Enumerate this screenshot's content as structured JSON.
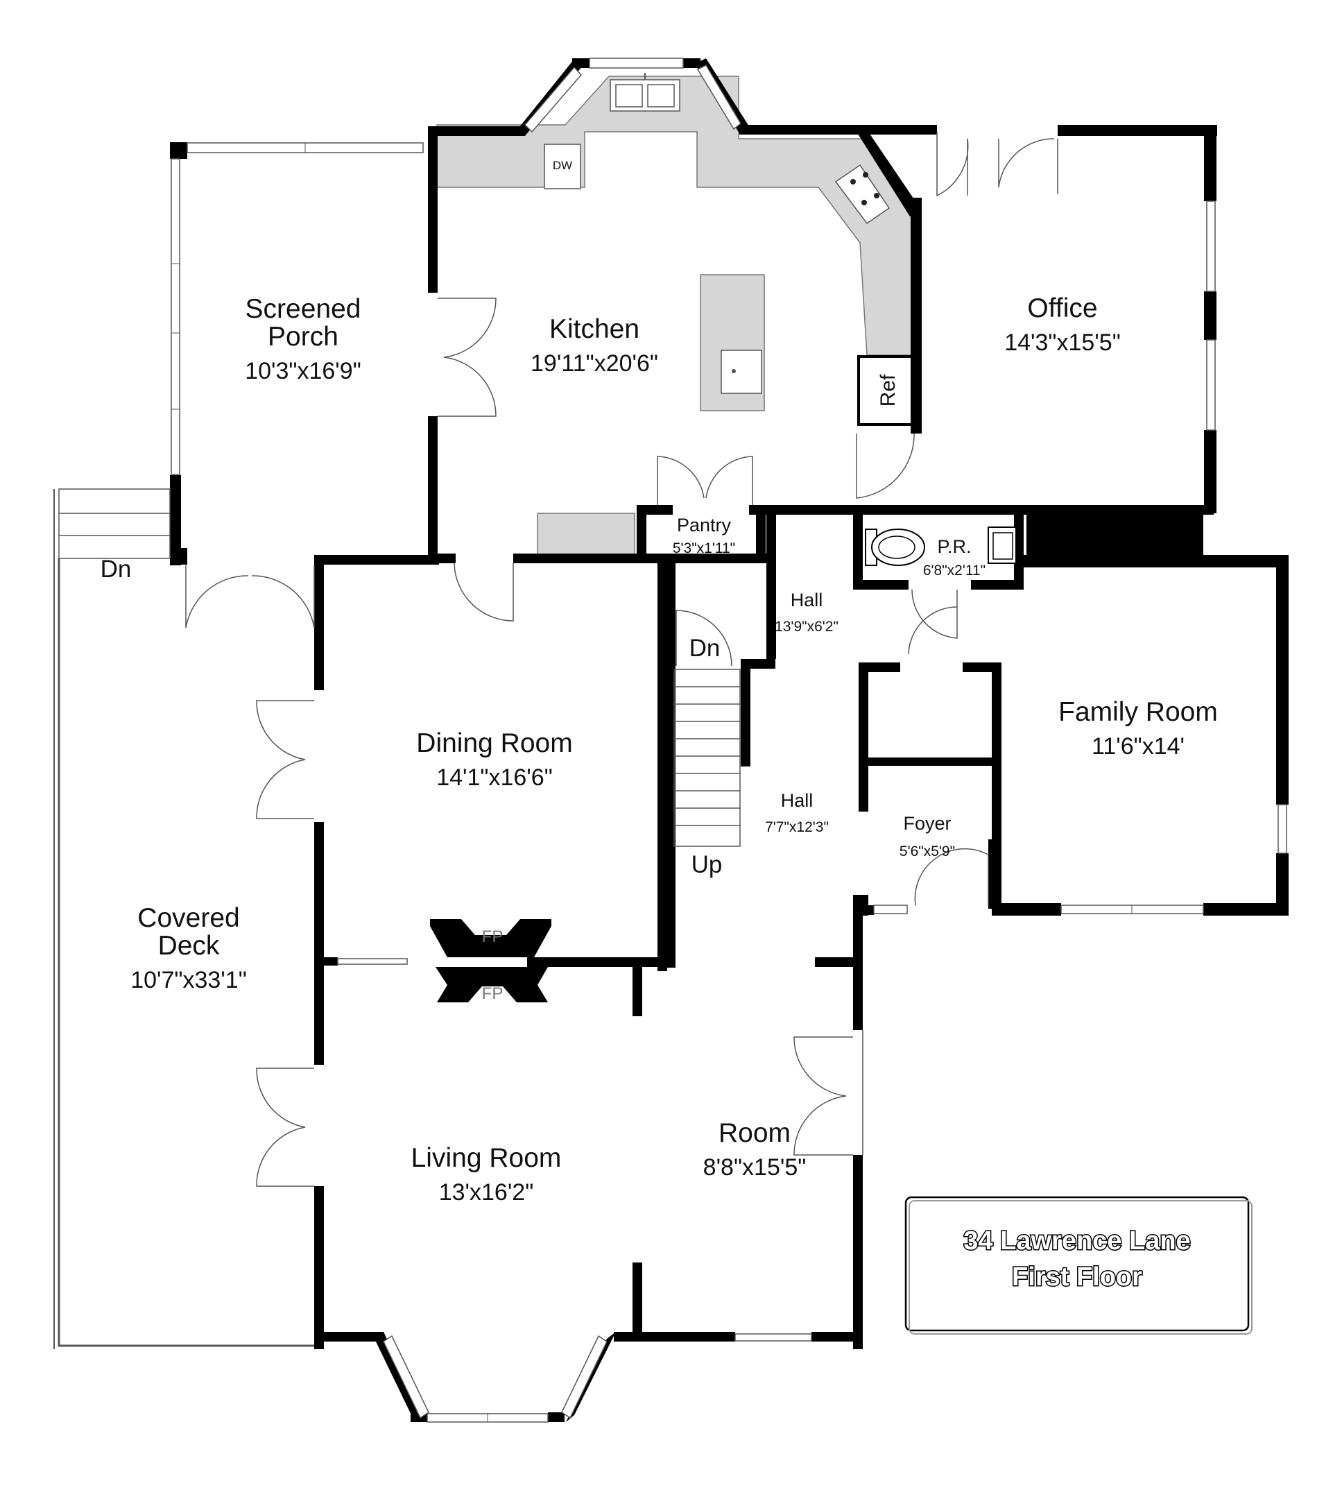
{
  "title": {
    "line1": "34 Lawrence Lane",
    "line2": "First Floor"
  },
  "rooms": {
    "screened_porch": {
      "name_line1": "Screened",
      "name_line2": "Porch",
      "dims": "10'3\"x16'9\""
    },
    "kitchen": {
      "name": "Kitchen",
      "dims": "19'11\"x20'6\""
    },
    "office": {
      "name": "Office",
      "dims": "14'3\"x15'5\""
    },
    "pantry": {
      "name": "Pantry",
      "dims": "5'3\"x1'11\""
    },
    "powder_room": {
      "name": "P.R.",
      "dims": "6'8\"x2'11\""
    },
    "hall_upper": {
      "name": "Hall",
      "dims": "13'9\"x6'2\""
    },
    "hall_lower": {
      "name": "Hall",
      "dims": "7'7\"x12'3\""
    },
    "dining_room": {
      "name": "Dining Room",
      "dims": "14'1\"x16'6\""
    },
    "family_room": {
      "name": "Family Room",
      "dims": "11'6\"x14'"
    },
    "foyer": {
      "name": "Foyer",
      "dims": "5'6\"x5'9\""
    },
    "covered_deck": {
      "name_line1": "Covered",
      "name_line2": "Deck",
      "dims": "10'7\"x33'1\""
    },
    "living_room": {
      "name": "Living Room",
      "dims": "13'x16'2\""
    },
    "room": {
      "name": "Room",
      "dims": "8'8\"x15'5\""
    }
  },
  "fixtures": {
    "dishwasher": "DW",
    "refrigerator": "Ref",
    "fireplace_dining": "FP",
    "fireplace_living": "FP",
    "stairs_down_deck": "Dn",
    "stairs_down_hall": "Dn",
    "stairs_up": "Up"
  }
}
